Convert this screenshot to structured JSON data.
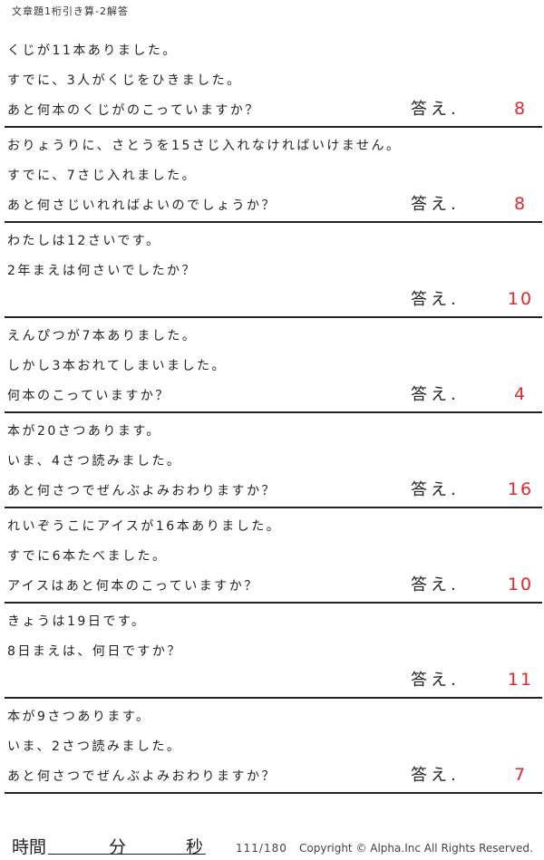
{
  "header": {
    "title": "文章題1桁引き算-2解答"
  },
  "answer_label": "答え.",
  "problems": [
    {
      "lines": [
        "くじが11本ありました。",
        "すでに、3人がくじをひきました。",
        "あと何本のくじがのこっていますか？"
      ],
      "answer": "8"
    },
    {
      "lines": [
        "おりょうりに、さとうを15さじ入れなければいけません。",
        "すでに、7さじ入れました。",
        "あと何さじいれればよいのでしょうか？"
      ],
      "answer": "8"
    },
    {
      "lines": [
        "わたしは12さいです。",
        "2年まえは何さいでしたか？",
        ""
      ],
      "answer": "10"
    },
    {
      "lines": [
        "えんぴつが7本ありました。",
        "しかし3本おれてしまいました。",
        "何本のこっていますか？"
      ],
      "answer": "4"
    },
    {
      "lines": [
        "本が20さつあります。",
        "いま、4さつ読みました。",
        "あと何さつでぜんぶよみおわりますか？"
      ],
      "answer": "16"
    },
    {
      "lines": [
        "れいぞうこにアイスが16本ありました。",
        "すでに6本たべました。",
        "アイスはあと何本のこっていますか？"
      ],
      "answer": "10"
    },
    {
      "lines": [
        "きょうは19日です。",
        "8日まえは、何日ですか？",
        ""
      ],
      "answer": "11"
    },
    {
      "lines": [
        "本が9さつあります。",
        "いま、2さつ読みました。",
        "あと何さつでぜんぶよみおわりますか？"
      ],
      "answer": "7"
    }
  ],
  "footer": {
    "time_label": "時間",
    "minutes_label": "分",
    "seconds_label": "秒",
    "page": "111/180",
    "copyright": "Copyright ©  Alpha.Inc All Rights Reserved."
  },
  "colors": {
    "answer": "#e8242c"
  }
}
